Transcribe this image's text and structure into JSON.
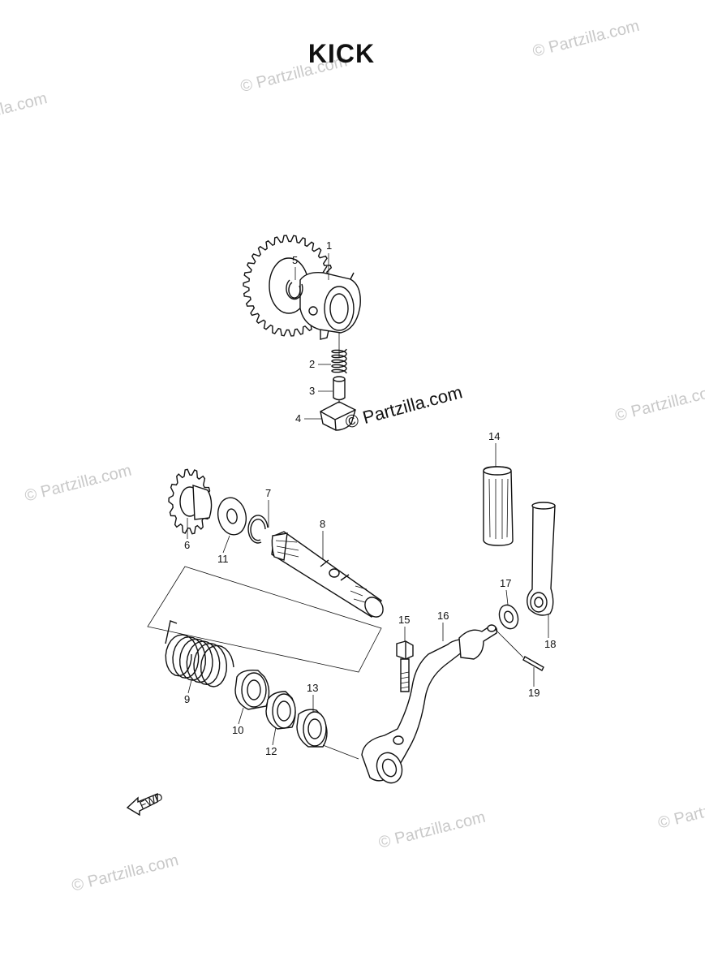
{
  "title": "KICK",
  "watermark": "© Partzilla.com",
  "fwd_label": "FWD",
  "callouts": [
    "1",
    "2",
    "3",
    "4",
    "5",
    "6",
    "7",
    "8",
    "9",
    "10",
    "11",
    "12",
    "13",
    "14",
    "15",
    "16",
    "17",
    "18",
    "19"
  ]
}
